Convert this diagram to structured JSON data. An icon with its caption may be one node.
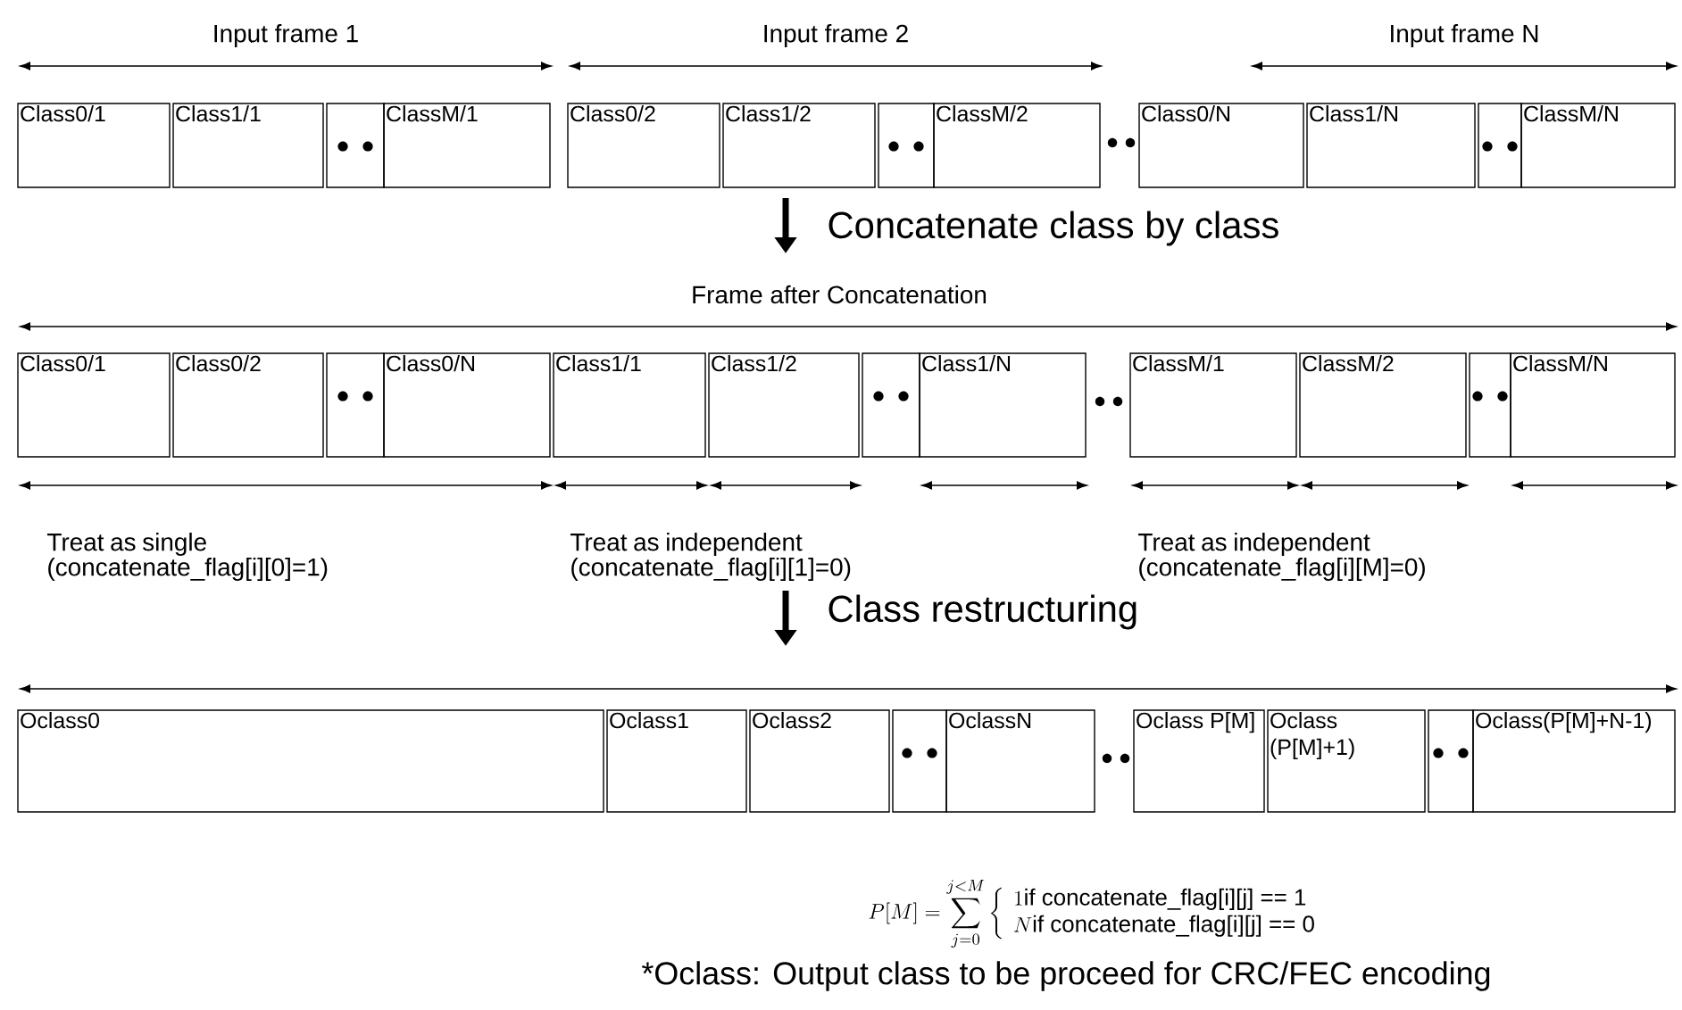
{
  "diagram": {
    "caption": "*Oclass: Output class to be proceed for CRC/FEC encoding",
    "nodes": [
      {
        "text": [
          "Class0/1"
        ]
      },
      {
        "text": [
          "Class1/1"
        ]
      },
      {
        "text": [],
        "shape": "box"
      },
      {
        "text": [
          "ClassM/1"
        ]
      },
      {
        "text": [
          "Class0/2"
        ]
      },
      {
        "text": [
          "Class1/2"
        ]
      },
      {
        "text": [],
        "shape": "box"
      },
      {
        "text": [
          "ClassM/2"
        ]
      },
      {
        "text": [
          "Class0/N"
        ]
      },
      {
        "text": [
          "Class1/N"
        ]
      },
      {
        "text": [],
        "shape": "box"
      },
      {
        "text": [
          "ClassM/N"
        ]
      },
      {
        "text": [
          "Class0/1"
        ]
      },
      {
        "text": [
          "Class0/2"
        ]
      },
      {
        "text": [],
        "shape": "box"
      },
      {
        "text": [
          "Class0/N"
        ]
      },
      {
        "text": [
          "Class1/1"
        ]
      },
      {
        "text": [
          "Class1/2"
        ]
      },
      {
        "text": [],
        "shape": "box"
      },
      {
        "text": [
          "Class1/N"
        ]
      },
      {
        "text": [
          "ClassM/1"
        ]
      },
      {
        "text": [
          "ClassM/2"
        ]
      },
      {
        "text": [],
        "shape": "box"
      },
      {
        "text": [
          "ClassM/N"
        ]
      },
      {
        "text": [
          "Oclass0"
        ]
      },
      {
        "text": [
          "Oclass1"
        ]
      },
      {
        "text": [
          "Oclass2"
        ]
      },
      {
        "text": [],
        "shape": "box"
      },
      {
        "text": [
          "OclassN"
        ]
      },
      {
        "text": [
          "Oclass P[M]"
        ]
      },
      {
        "text": [
          "Oclass (P[M]+1)"
        ]
      },
      {
        "text": [],
        "shape": "box"
      },
      {
        "text": [
          "Oclass(P[M]+N-1)"
        ]
      }
    ],
    "labels": [
      "Input frame 1",
      "Input frame 2",
      "Input frame N",
      "Concatenate class by class",
      "Frame after Concatenation",
      "Treat as single (concatenate_flag[i][0]=1)",
      "Treat as independent (concatenate_flag[i][1]=0)",
      "Treat as independent (concatenate_flag[i][M]=0)",
      "Class restructuring",
      "P[M] = \\sum_{j=0}^{j<M} \\left\\{ \\begin{array}{l}1\\text{if concatenate\\_flag[i][j] == 1}\\\\ N\\text{if concatenate\\_flag[i][j] == 0}\\end{array}\\right."
    ]
  }
}
